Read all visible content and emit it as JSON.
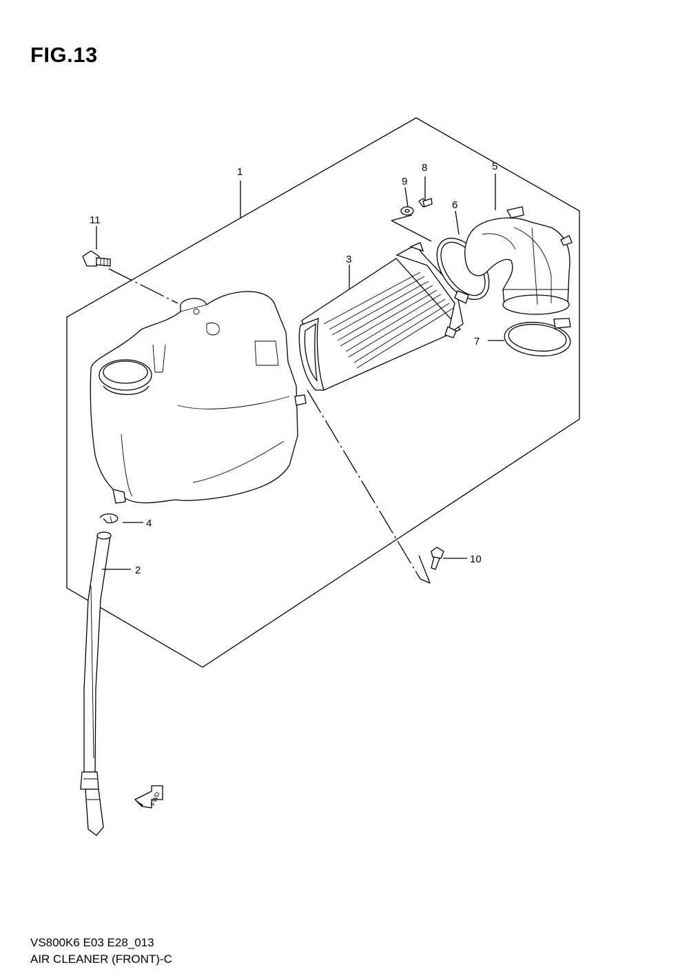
{
  "figure": {
    "title": "FIG.13",
    "model_code": "VS800K6 E03 E28_013",
    "caption": "AIR CLEANER (FRONT)-C"
  },
  "callouts": {
    "c1": "1",
    "c2": "2",
    "c3": "3",
    "c4": "4",
    "c5": "5",
    "c6": "6",
    "c7": "7",
    "c8": "8",
    "c9": "9",
    "c10": "10",
    "c11": "11"
  },
  "fwd_marker": {
    "label": "FWD",
    "icon": "fwd-arrow-icon"
  }
}
